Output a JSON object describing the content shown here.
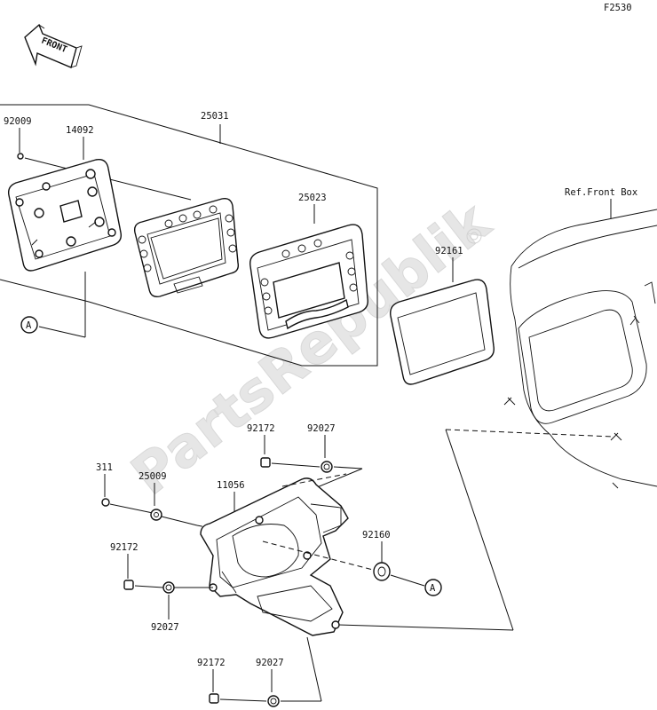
{
  "figure_code": "F2530",
  "front_label": "FRONT",
  "watermark": "PartsRepublik",
  "ref_label": "Ref.Front Box",
  "ref_marker": "A",
  "part_numbers": {
    "p92009": "92009",
    "p14092": "14092",
    "p25031": "25031",
    "p25023": "25023",
    "p92161": "92161",
    "p92172a": "92172",
    "p92027a": "92027",
    "p311": "311",
    "p25009": "25009",
    "p11056": "11056",
    "p92160": "92160",
    "p92172b": "92172",
    "p92027b": "92027",
    "p92172c": "92172",
    "p92027c": "92027"
  }
}
